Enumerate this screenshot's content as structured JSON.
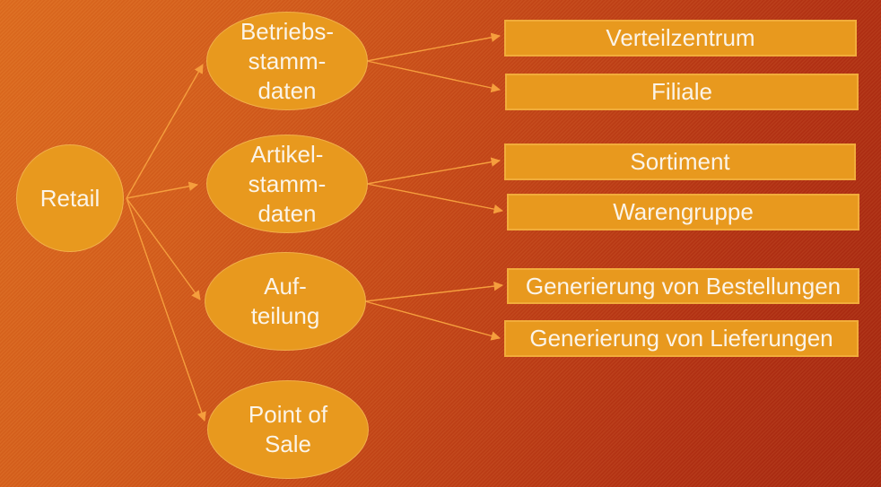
{
  "colors": {
    "shape_fill": "#E8991E",
    "shape_border": "#F2AC3A",
    "arrow": "#F59E3D",
    "text": "#FBF4E8",
    "background_left": "#DD6B1E",
    "background_right": "#A52710"
  },
  "root": {
    "label": "Retail"
  },
  "ellipses": [
    {
      "id": "betriebsstammdaten",
      "lines": [
        "Betriebs-",
        "stamm-",
        "daten"
      ]
    },
    {
      "id": "artikelstammdaten",
      "lines": [
        "Artikel-",
        "stamm-",
        "daten"
      ]
    },
    {
      "id": "aufteilung",
      "lines": [
        "Auf-",
        "teilung"
      ]
    },
    {
      "id": "point-of-sale",
      "lines": [
        "Point of",
        "Sale"
      ]
    }
  ],
  "boxes": [
    {
      "id": "verteilzentrum",
      "label": "Verteilzentrum"
    },
    {
      "id": "filiale",
      "label": "Filiale"
    },
    {
      "id": "sortiment",
      "label": "Sortiment"
    },
    {
      "id": "warengruppe",
      "label": "Warengruppe"
    },
    {
      "id": "bestellungen",
      "label": "Generierung von Bestellungen"
    },
    {
      "id": "lieferungen",
      "label": "Generierung von Lieferungen"
    }
  ]
}
